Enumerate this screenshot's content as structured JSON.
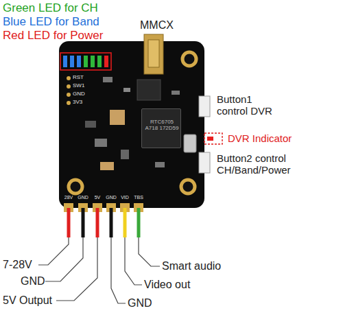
{
  "diagram": {
    "nodes": [
      {
        "text": [
          "RST",
          "SW1",
          "GND",
          "3V3",
          "28V",
          "GND",
          "5V",
          "GND",
          "VID",
          "TBS"
        ]
      },
      {
        "text": [
          "RTC6705 A718 172D59"
        ],
        "in": 0
      }
    ],
    "labels": [
      "Green LED for CH",
      "Blue LED for Band",
      "Red LED for Power",
      "MMCX",
      "Button1 control DVR",
      "DVR Indicator",
      "Button2 control CH/Band/Power",
      "7-28V",
      "GND",
      "5V Output",
      "GND",
      "Video out",
      "Smart audio"
    ]
  }
}
